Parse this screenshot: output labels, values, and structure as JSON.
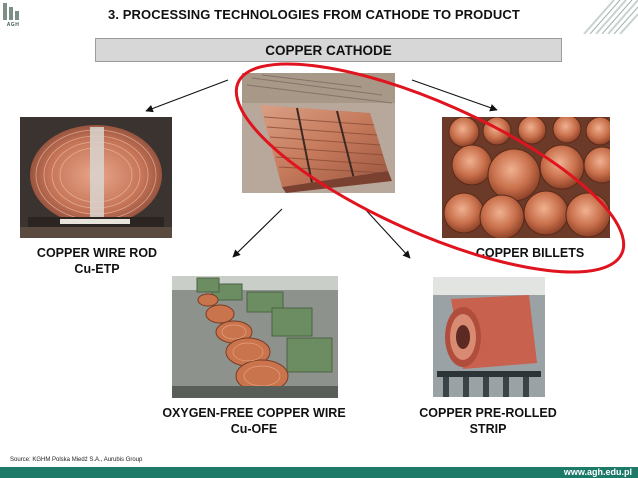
{
  "header": {
    "logo_text": "AGH",
    "title": "3. PROCESSING TECHNOLOGIES FROM CATHODE TO PRODUCT"
  },
  "main": {
    "source_product": "COPPER CATHODE",
    "products": [
      {
        "line1": "COPPER WIRE ROD",
        "line2": "Cu-ETP"
      },
      {
        "line1": "COPPER BILLETS",
        "line2": ""
      },
      {
        "line1": "OXYGEN-FREE COPPER WIRE",
        "line2": "Cu-OFE"
      },
      {
        "line1": "COPPER PRE-ROLLED",
        "line2": "STRIP"
      }
    ],
    "highlight_color": "#e0141e"
  },
  "footer": {
    "source": "Source: KGHM Polska Miedź S.A., Aurubis Group",
    "url": "www.agh.edu.pl",
    "bar_color": "#1d7a68"
  }
}
